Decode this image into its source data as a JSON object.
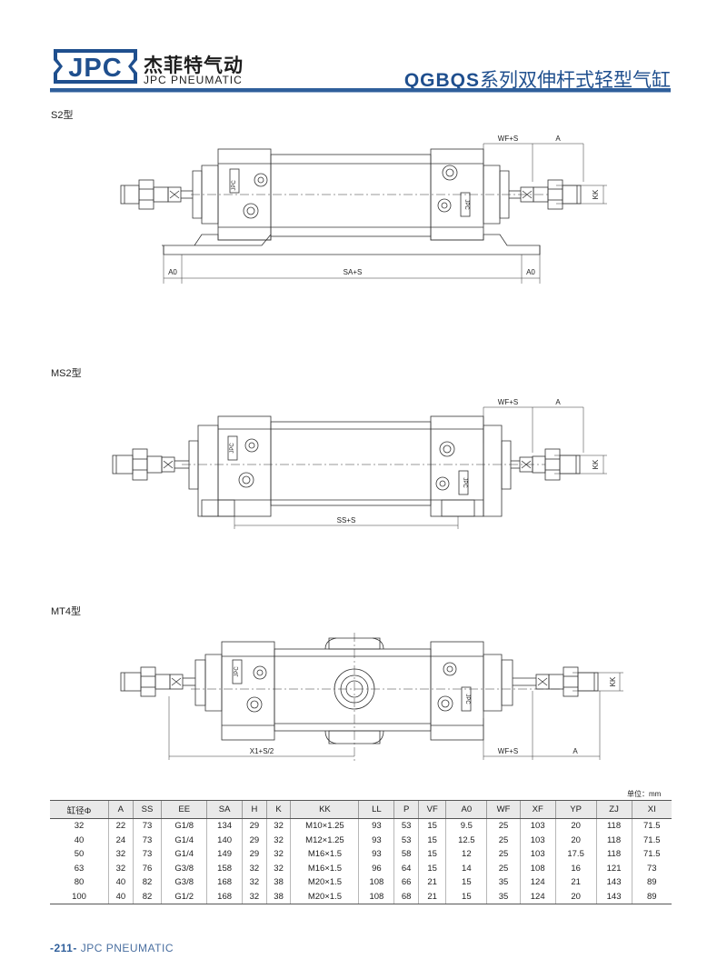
{
  "header": {
    "logo_text": "JPC",
    "brand_cn": "杰菲特气动",
    "brand_en": "JPC PNEUMATIC",
    "series_code": "QGBQS",
    "series_name": "系列双伸杆式轻型气缸"
  },
  "sections": {
    "s2": {
      "label": "S2型",
      "dims": {
        "wf_s": "WF+S",
        "a": "A",
        "kk": "KK",
        "a0_left": "A0",
        "sa_s": "SA+S",
        "a0_right": "A0"
      },
      "badge": "JPC"
    },
    "ms2": {
      "label": "MS2型",
      "dims": {
        "wf_s": "WF+S",
        "a": "A",
        "kk": "KK",
        "ss_s": "SS+S"
      },
      "badge": "JPC"
    },
    "mt4": {
      "label": "MT4型",
      "dims": {
        "kk": "KK",
        "x1": "X1+S/2",
        "wf_s": "WF+S",
        "a": "A"
      },
      "badge": "JPC"
    }
  },
  "table": {
    "unit": "单位：mm",
    "headers": [
      "缸径Φ",
      "A",
      "SS",
      "EE",
      "SA",
      "H",
      "K",
      "KK",
      "LL",
      "P",
      "VF",
      "A0",
      "WF",
      "XF",
      "YP",
      "ZJ",
      "XI"
    ],
    "rows": [
      [
        "32",
        "22",
        "73",
        "G1/8",
        "134",
        "29",
        "32",
        "M10×1.25",
        "93",
        "53",
        "15",
        "9.5",
        "25",
        "103",
        "20",
        "118",
        "71.5"
      ],
      [
        "40",
        "24",
        "73",
        "G1/4",
        "140",
        "29",
        "32",
        "M12×1.25",
        "93",
        "53",
        "15",
        "12.5",
        "25",
        "103",
        "20",
        "118",
        "71.5"
      ],
      [
        "50",
        "32",
        "73",
        "G1/4",
        "149",
        "29",
        "32",
        "M16×1.5",
        "93",
        "58",
        "15",
        "12",
        "25",
        "103",
        "17.5",
        "118",
        "71.5"
      ],
      [
        "63",
        "32",
        "76",
        "G3/8",
        "158",
        "32",
        "32",
        "M16×1.5",
        "96",
        "64",
        "15",
        "14",
        "25",
        "108",
        "16",
        "121",
        "73"
      ],
      [
        "80",
        "40",
        "82",
        "G3/8",
        "168",
        "32",
        "38",
        "M20×1.5",
        "108",
        "66",
        "21",
        "15",
        "35",
        "124",
        "21",
        "143",
        "89"
      ],
      [
        "100",
        "40",
        "82",
        "G1/2",
        "168",
        "32",
        "38",
        "M20×1.5",
        "108",
        "68",
        "21",
        "15",
        "35",
        "124",
        "20",
        "143",
        "89"
      ]
    ]
  },
  "footer": {
    "page_number": "-211-",
    "text": "JPC PNEUMATIC"
  }
}
